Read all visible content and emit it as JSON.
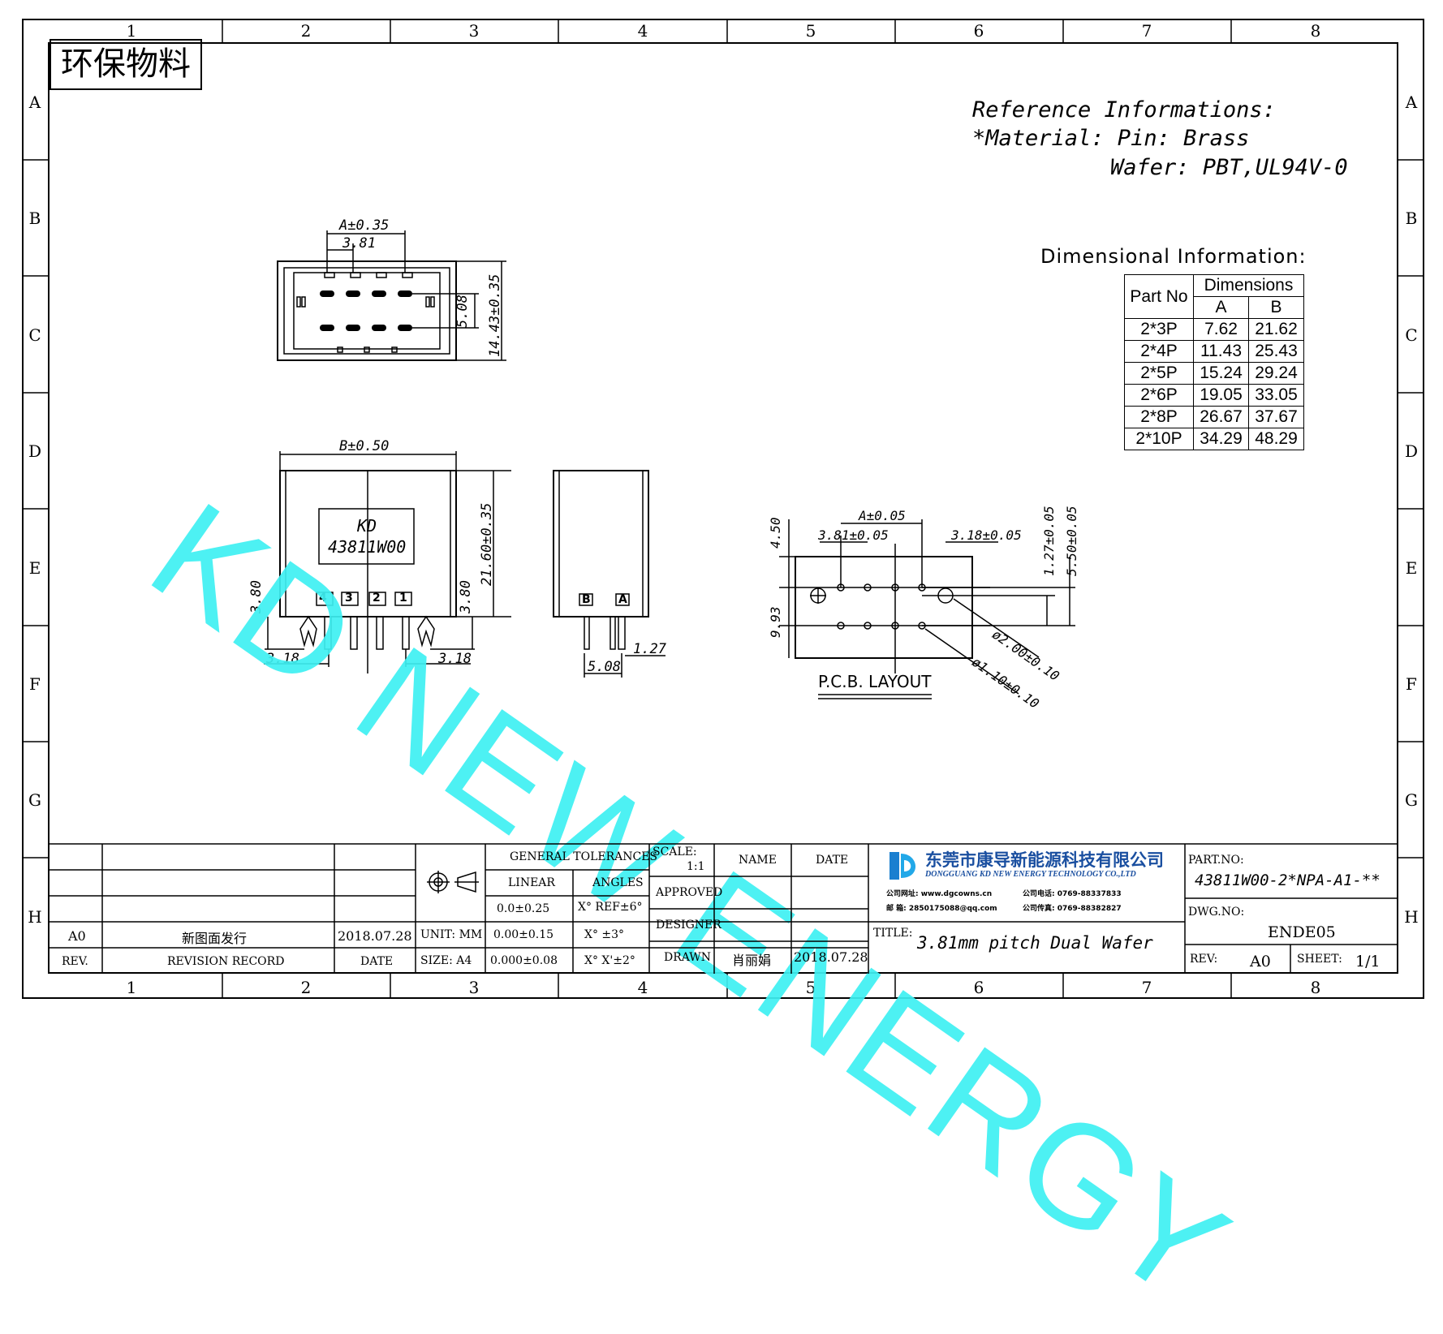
{
  "eco_label": "环保物料",
  "zones": {
    "columns": [
      "1",
      "2",
      "3",
      "4",
      "5",
      "6",
      "7",
      "8"
    ],
    "rows": [
      "A",
      "B",
      "C",
      "D",
      "E",
      "F",
      "G",
      "H"
    ]
  },
  "reference": {
    "line1": "Reference Informations:",
    "line2": "*Material: Pin: Brass",
    "line3": "Wafer: PBT,UL94V-0"
  },
  "dimensional": {
    "title": "Dimensional Information:",
    "header_part": "Part No",
    "header_dims": "Dimensions",
    "header_a": "A",
    "header_b": "B",
    "rows": [
      {
        "part": "2*3P",
        "a": "7.62",
        "b": "21.62"
      },
      {
        "part": "2*4P",
        "a": "11.43",
        "b": "25.43"
      },
      {
        "part": "2*5P",
        "a": "15.24",
        "b": "29.24"
      },
      {
        "part": "2*6P",
        "a": "19.05",
        "b": "33.05"
      },
      {
        "part": "2*8P",
        "a": "26.67",
        "b": "37.67"
      },
      {
        "part": "2*10P",
        "a": "34.29",
        "b": "48.29"
      }
    ]
  },
  "watermark": "KD NEW ENERGY",
  "top_view": {
    "dim_a": "A±0.35",
    "dim_pitch": "3.81",
    "dim_508": "5.08",
    "dim_height": "14.43±0.35"
  },
  "front_view": {
    "dim_b": "B±0.50",
    "label_kd": "KD",
    "label_part": "43811W00",
    "dim_2160": "21.60±0.35",
    "dim_380_left": "3.80",
    "dim_380_right": "3.80",
    "dim_318_left": "3.18",
    "dim_318_right": "3.18",
    "pins": [
      "4",
      "3",
      "2",
      "1"
    ]
  },
  "side_view": {
    "pins": [
      "B",
      "A"
    ],
    "dim_127": "1.27",
    "dim_508": "5.08"
  },
  "pcb": {
    "dim_a": "A±0.05",
    "dim_381": "3.81±0.05",
    "dim_318": "3.18±0.05",
    "dim_127": "1.27±0.05",
    "dim_550": "5.50±0.05",
    "dim_450": "4.50",
    "dim_993": "9.93",
    "dim_hole1": "ø2.00±0.10",
    "dim_hole2": "ø1.10±0.10",
    "label": "P.C.B. LAYOUT"
  },
  "title_block": {
    "general_tol": "GENERAL TOLERANCES",
    "linear": "LINEAR",
    "angles": "ANGLES",
    "lin1": "0.0±0.25",
    "ang1": "X° REF±6°",
    "lin2": "0.00±0.15",
    "ang2": "X° ±3°",
    "lin3": "0.000±0.08",
    "ang3": "X° X'±2°",
    "unit": "UNIT: MM",
    "size": "SIZE: A4",
    "scale_label": "SCALE:",
    "scale_value": "1:1",
    "name": "NAME",
    "date": "DATE",
    "approved": "APPROVED",
    "designer": "DESIGNER",
    "drawn": "DRAWN",
    "drawn_name": "肖丽娟",
    "drawn_date": "2018.07.28",
    "rev_a0": "A0",
    "rev_record_entry": "新图面发行",
    "rev_date_entry": "2018.07.28",
    "rev_header": "REV.",
    "record_header": "REVISION RECORD",
    "date_header": "DATE",
    "company_cn": "东莞市康导新能源科技有限公司",
    "company_en": "DONGGUANG KD NEW ENERGY TECHNOLOGY CO.,LTD",
    "company_web": "公司网址: www.dgcowns.cn",
    "company_tel": "公司电话: 0769-88337833",
    "company_mail": "邮  箱: 2850175088@qq.com",
    "company_fax": "公司传真: 0769-88382827",
    "title_label": "TITLE:",
    "title_value": "3.81mm pitch Dual Wafer",
    "part_no_label": "PART.NO:",
    "part_no_value": "43811W00-2*NPA-A1-**",
    "dwg_no_label": "DWG.NO:",
    "dwg_no_value": "ENDE05",
    "rev_label": "REV:",
    "rev_value": "A0",
    "sheet_label": "SHEET:",
    "sheet_value": "1/1"
  }
}
